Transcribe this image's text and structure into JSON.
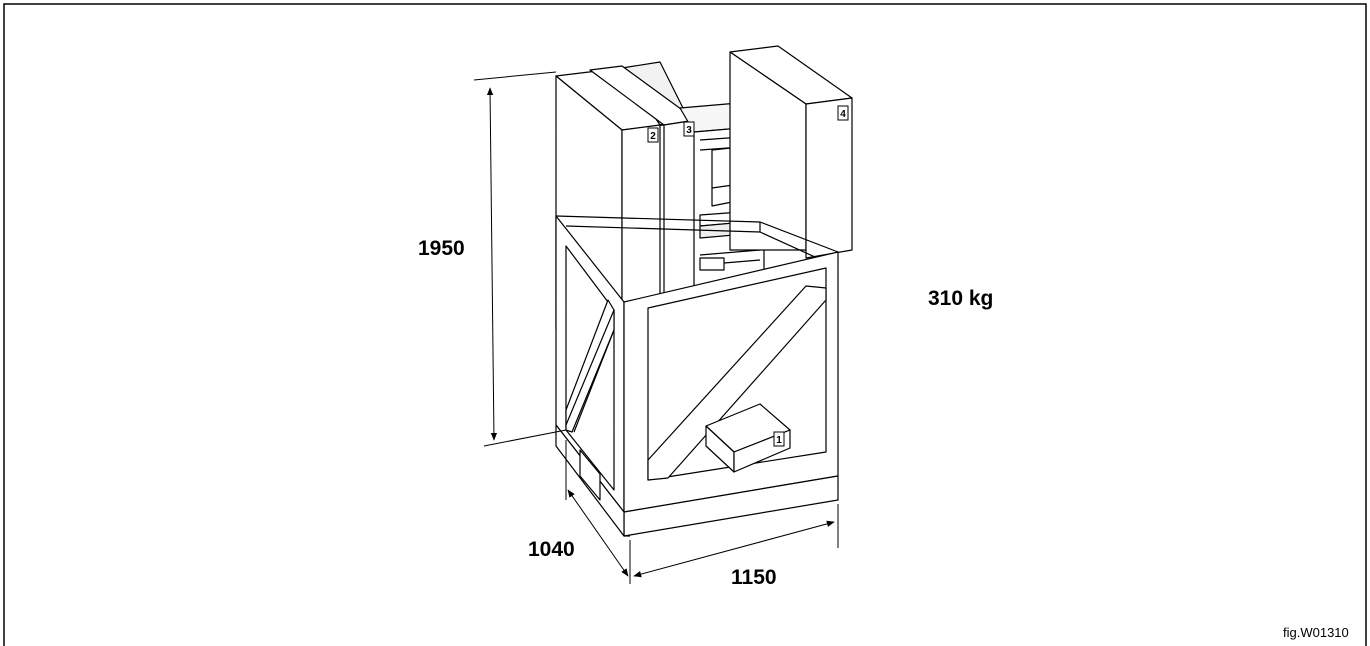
{
  "dimensions": {
    "height": "1950",
    "depth": "1040",
    "width": "1150",
    "weight": "310 kg"
  },
  "part_numbers": {
    "p1": "1",
    "p2": "2",
    "p3": "3",
    "p4": "4"
  },
  "figure_id": "fig.W01310",
  "colors": {
    "stroke": "#000000",
    "fill": "#ffffff",
    "shade": "#e6e6e6"
  }
}
